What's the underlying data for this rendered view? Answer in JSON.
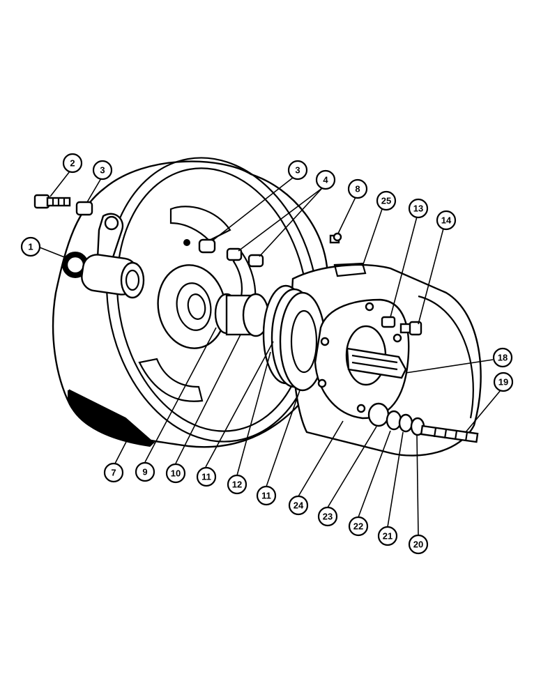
{
  "diagram": {
    "colors": {
      "ink": "#000000",
      "paper": "#ffffff"
    },
    "callouts": [
      {
        "id": "c1",
        "label": "1"
      },
      {
        "id": "c2",
        "label": "2"
      },
      {
        "id": "c3a",
        "label": "3"
      },
      {
        "id": "c3b",
        "label": "3"
      },
      {
        "id": "c4",
        "label": "4"
      },
      {
        "id": "c8",
        "label": "8"
      },
      {
        "id": "c25",
        "label": "25"
      },
      {
        "id": "c13",
        "label": "13"
      },
      {
        "id": "c14",
        "label": "14"
      },
      {
        "id": "c18",
        "label": "18"
      },
      {
        "id": "c19",
        "label": "19"
      },
      {
        "id": "c7",
        "label": "7"
      },
      {
        "id": "c9",
        "label": "9"
      },
      {
        "id": "c10",
        "label": "10"
      },
      {
        "id": "c11a",
        "label": "11"
      },
      {
        "id": "c12",
        "label": "12"
      },
      {
        "id": "c11b",
        "label": "11"
      },
      {
        "id": "c24",
        "label": "24"
      },
      {
        "id": "c23",
        "label": "23"
      },
      {
        "id": "c22",
        "label": "22"
      },
      {
        "id": "c21",
        "label": "21"
      },
      {
        "id": "c20",
        "label": "20"
      }
    ]
  }
}
